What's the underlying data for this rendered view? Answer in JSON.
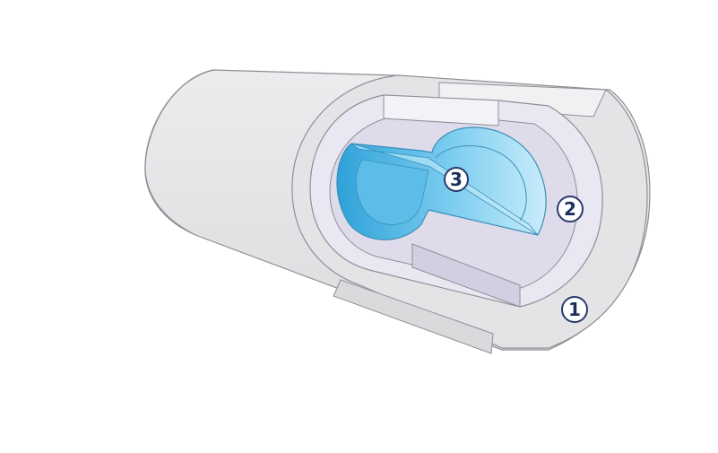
{
  "diagram": {
    "callouts": [
      {
        "id": "layer-1",
        "label": "1"
      },
      {
        "id": "layer-2",
        "label": "2"
      },
      {
        "id": "layer-3",
        "label": "3"
      }
    ],
    "colors": {
      "background": "#ffffff",
      "outer_layer": "#e3e3e5",
      "outer_layer_shade": "#d4d4d7",
      "middle_layer": "#e8e6f1",
      "middle_layer_shade": "#d6d3e4",
      "inner_core_light": "#c6ebfa",
      "inner_core_mid": "#7fcef0",
      "inner_core_dark": "#3da9dc",
      "outline": "#8f8f95",
      "callout_stroke": "#2a3a6b",
      "callout_text": "#1e2d5c"
    }
  }
}
